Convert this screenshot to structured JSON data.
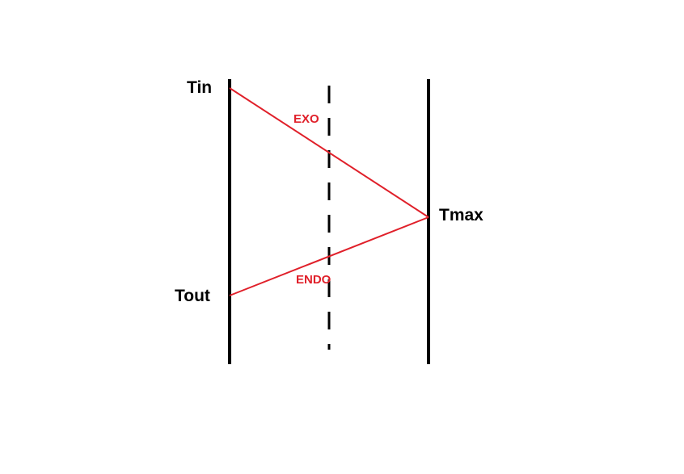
{
  "labels": {
    "tin": "Tin",
    "tout": "Tout",
    "tmax": "Tmax",
    "exo": "EXO",
    "endo": "ENDO"
  },
  "colors": {
    "axis": "#000000",
    "process": "#e0202a",
    "background": "#ffffff"
  }
}
